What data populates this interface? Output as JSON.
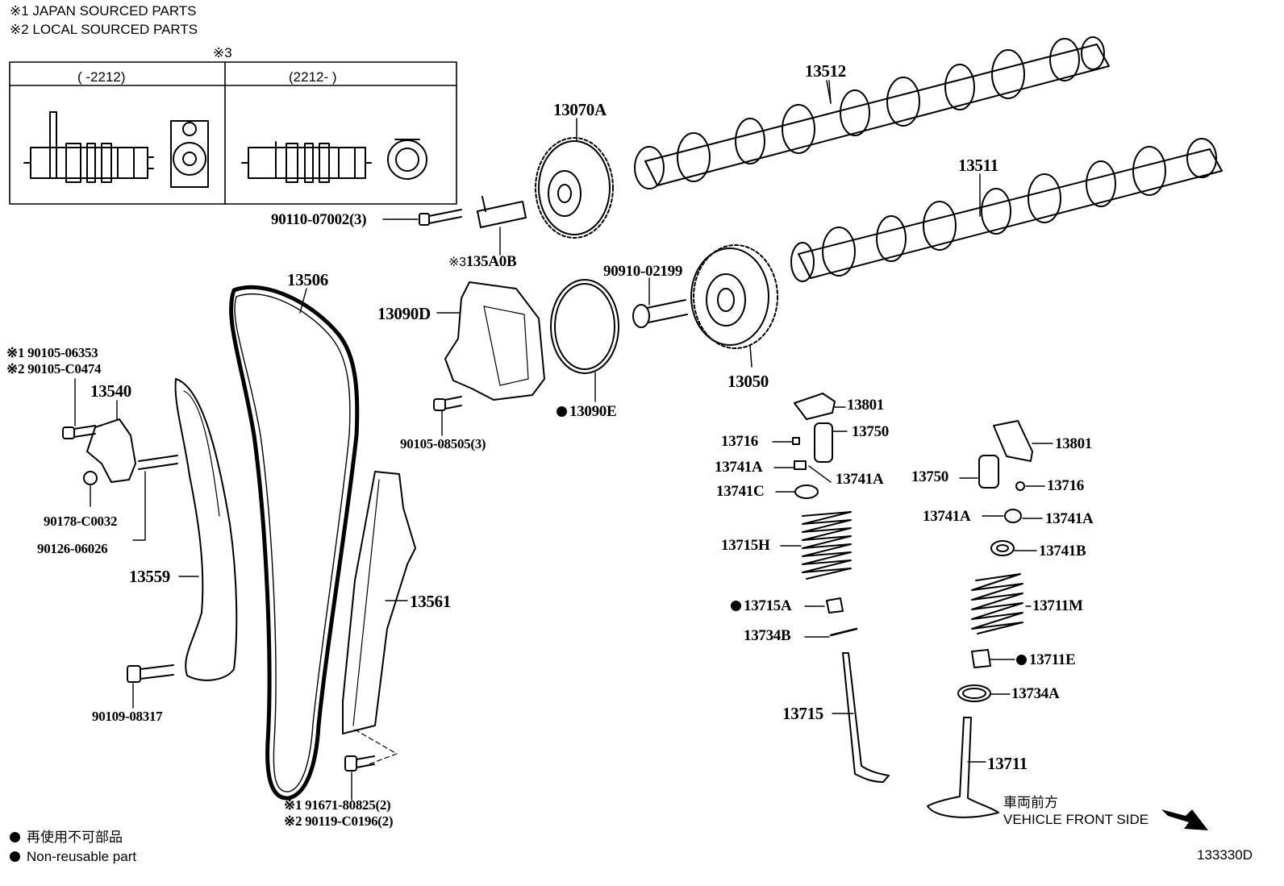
{
  "notes": {
    "japan_sourced": "※1 JAPAN SOURCED PARTS",
    "local_sourced": "※2 LOCAL SOURCED PARTS",
    "inset_ref": "※3",
    "inset_left_range": "(      -2212)",
    "inset_right_range": "(2212-      )"
  },
  "parts": {
    "p13512": "13512",
    "p13070A": "13070A",
    "p13511": "13511",
    "p90110": "90110-07002(3)",
    "p135A0B_ref": "※3",
    "p135A0B": "135A0B",
    "p13506": "13506",
    "p90910": "90910-02199",
    "p13090D": "13090D",
    "p90105_06353": "※1 90105-06353",
    "p90105_C0474": "※2 90105-C0474",
    "p13540": "13540",
    "p13050": "13050",
    "p13090E": "13090E",
    "p13801a": "13801",
    "p90105_08505": "90105-08505(3)",
    "p13716a": "13716",
    "p13750a": "13750",
    "p13801b": "13801",
    "p13741A_1": "13741A",
    "p13741A_2": "13741A",
    "p13750b": "13750",
    "p13716b": "13716",
    "p13741C": "13741C",
    "p90178": "90178-C0032",
    "p13741A_3": "13741A",
    "p13741A_4": "13741A",
    "p90126": "90126-06026",
    "p13715H": "13715H",
    "p13741B": "13741B",
    "p13559": "13559",
    "p13561": "13561",
    "p13715A": "13715A",
    "p13711M": "13711M",
    "p13734B": "13734B",
    "p13711E": "13711E",
    "p90109": "90109-08317",
    "p13734A": "13734A",
    "p13715": "13715",
    "p13711": "13711",
    "p91671": "※1 91671-80825(2)",
    "p90119": "※2 90119-C0196(2)"
  },
  "legend": {
    "reuse_jp": "再使用不可部品",
    "reuse_en": "Non-reusable part"
  },
  "direction": {
    "label_jp": "車両前方",
    "label_en": "VEHICLE FRONT SIDE"
  },
  "figure_code": "133330D"
}
